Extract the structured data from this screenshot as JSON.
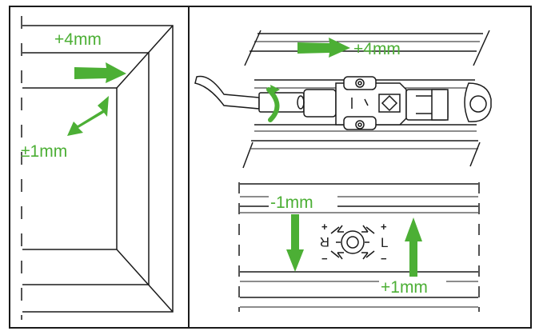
{
  "colors": {
    "accent": "#4caf35",
    "line": "#1a1a1a",
    "background": "#ffffff"
  },
  "frame_panel": {
    "label_top": "+4mm",
    "label_side": "±1mm"
  },
  "hinge_panel": {
    "label": "+4mm"
  },
  "adjust_panel": {
    "label_down": "-1mm",
    "label_up": "+1mm",
    "dial": {
      "right_letter": "R",
      "left_letter": "L",
      "plus": "+",
      "minus": "−"
    }
  },
  "icons": [
    "arrow-right-icon",
    "arrow-diagonal-double-icon",
    "arrow-down-icon",
    "arrow-up-icon",
    "rotate-arrow-icon",
    "adjustment-dial-icon"
  ]
}
